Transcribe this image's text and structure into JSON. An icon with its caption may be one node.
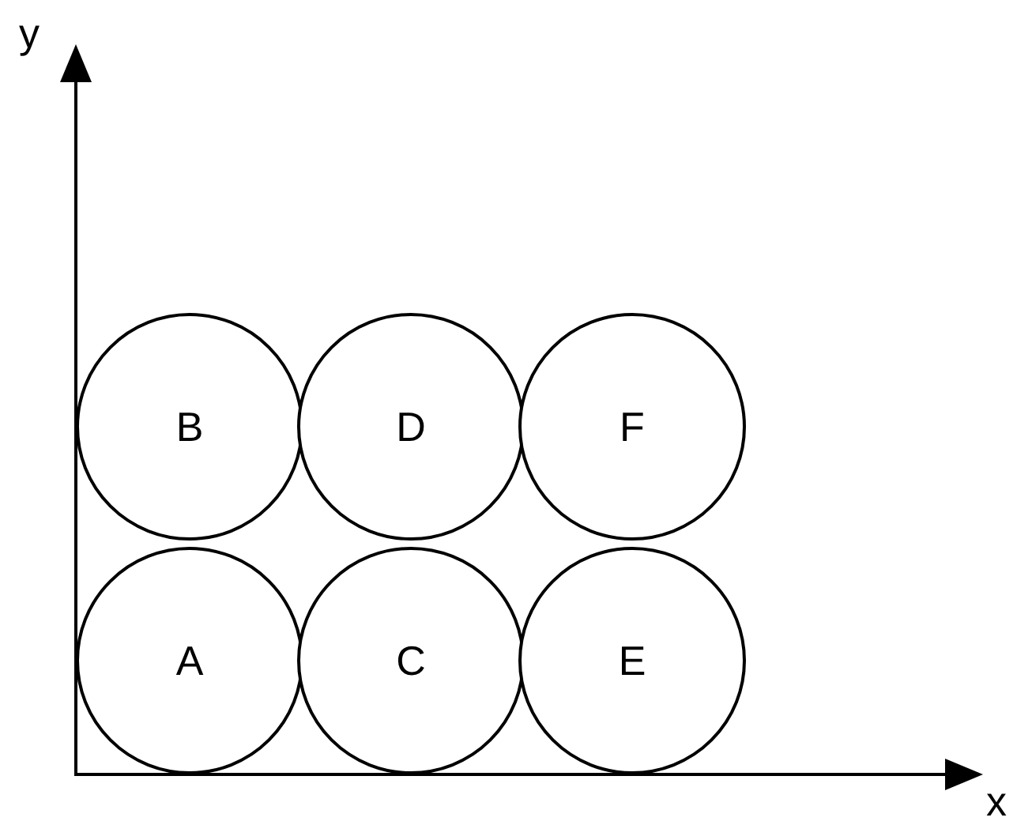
{
  "diagram": {
    "nodes": [
      {
        "text": [
          "B"
        ]
      },
      {
        "text": [
          "D"
        ]
      },
      {
        "text": [
          "F"
        ]
      },
      {
        "text": [
          "A"
        ]
      },
      {
        "text": [
          "C"
        ]
      },
      {
        "text": [
          "E"
        ]
      }
    ],
    "labels": [
      "y",
      "x"
    ]
  }
}
